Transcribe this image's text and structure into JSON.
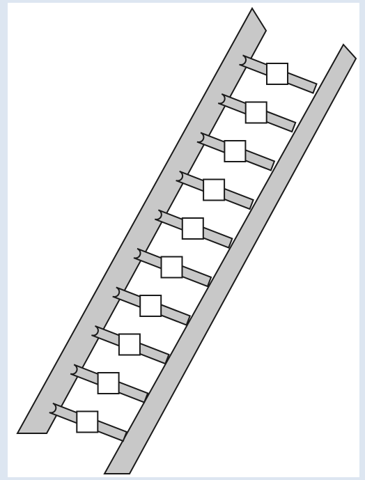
{
  "diagram": {
    "subject": "ladder",
    "rung_count": 10,
    "blank_boxes": [
      {
        "id": 1,
        "text": ""
      },
      {
        "id": 2,
        "text": ""
      },
      {
        "id": 3,
        "text": ""
      },
      {
        "id": 4,
        "text": ""
      },
      {
        "id": 5,
        "text": ""
      },
      {
        "id": 6,
        "text": ""
      },
      {
        "id": 7,
        "text": ""
      },
      {
        "id": 8,
        "text": ""
      },
      {
        "id": 9,
        "text": ""
      },
      {
        "id": 10,
        "text": ""
      }
    ]
  },
  "colors": {
    "page_background": "#dde6f1",
    "canvas": "#ffffff",
    "ladder_fill": "#c8c8c8",
    "outline": "#1a1a1a",
    "box_fill": "#ffffff"
  }
}
